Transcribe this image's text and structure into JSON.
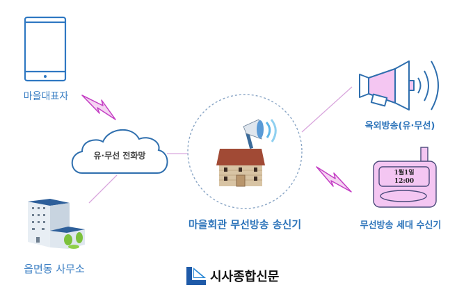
{
  "nodes": {
    "village_rep": {
      "label": "마을대표자",
      "icon": "tablet-icon"
    },
    "network": {
      "label": "유·무선 전화망",
      "icon": "cloud-icon"
    },
    "office": {
      "label": "읍면동 사무소",
      "icon": "office-building-icon"
    },
    "transmitter": {
      "label": "마을회관 무선방송 송신기",
      "icon": "village-hall-megaphone-icon"
    },
    "outdoor": {
      "label": "옥외방송(유·무선)",
      "icon": "loudspeaker-icon"
    },
    "receiver": {
      "label": "무선방송 세대 수신기",
      "icon": "receiver-device-icon",
      "screen_date": "1월1일",
      "screen_time": "12:00"
    }
  },
  "logo": {
    "text": "시사종합신문"
  },
  "colors": {
    "blue": "#2d74ba",
    "pink": "#cc44cc",
    "line": "#d9a6dd",
    "device_fill": "#f4c6f2"
  }
}
